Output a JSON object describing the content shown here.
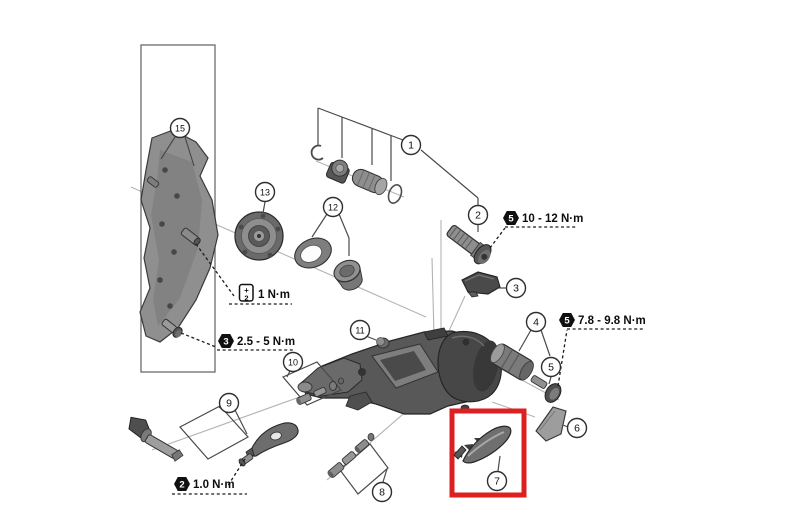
{
  "figure": {
    "type": "exploded-parts-diagram",
    "subject": "Rear derailleur exploded view",
    "background": "#ffffff",
    "highlight": {
      "part": "7",
      "color": "#de1f1f"
    }
  },
  "part_labels": {
    "p1": "1",
    "p2": "2",
    "p3": "3",
    "p4": "4",
    "p5": "5",
    "p6": "6",
    "p7": "7",
    "p8": "8",
    "p9": "9",
    "p10": "10",
    "p11": "11",
    "p12": "12",
    "p13": "13",
    "p15": "15"
  },
  "torque_labels": {
    "t1": {
      "tool": "5",
      "value": "10 - 12 N·m"
    },
    "t2": {
      "tool": "5",
      "value": "7.8 - 9.8 N·m"
    },
    "t3": {
      "tool": "3",
      "value": "2.5 - 5 N·m"
    },
    "t4": {
      "tool": "2",
      "value": "1.0 N·m"
    },
    "t5": {
      "tool_symbol": "+",
      "tool_size": "2",
      "value": "1 N·m"
    }
  }
}
